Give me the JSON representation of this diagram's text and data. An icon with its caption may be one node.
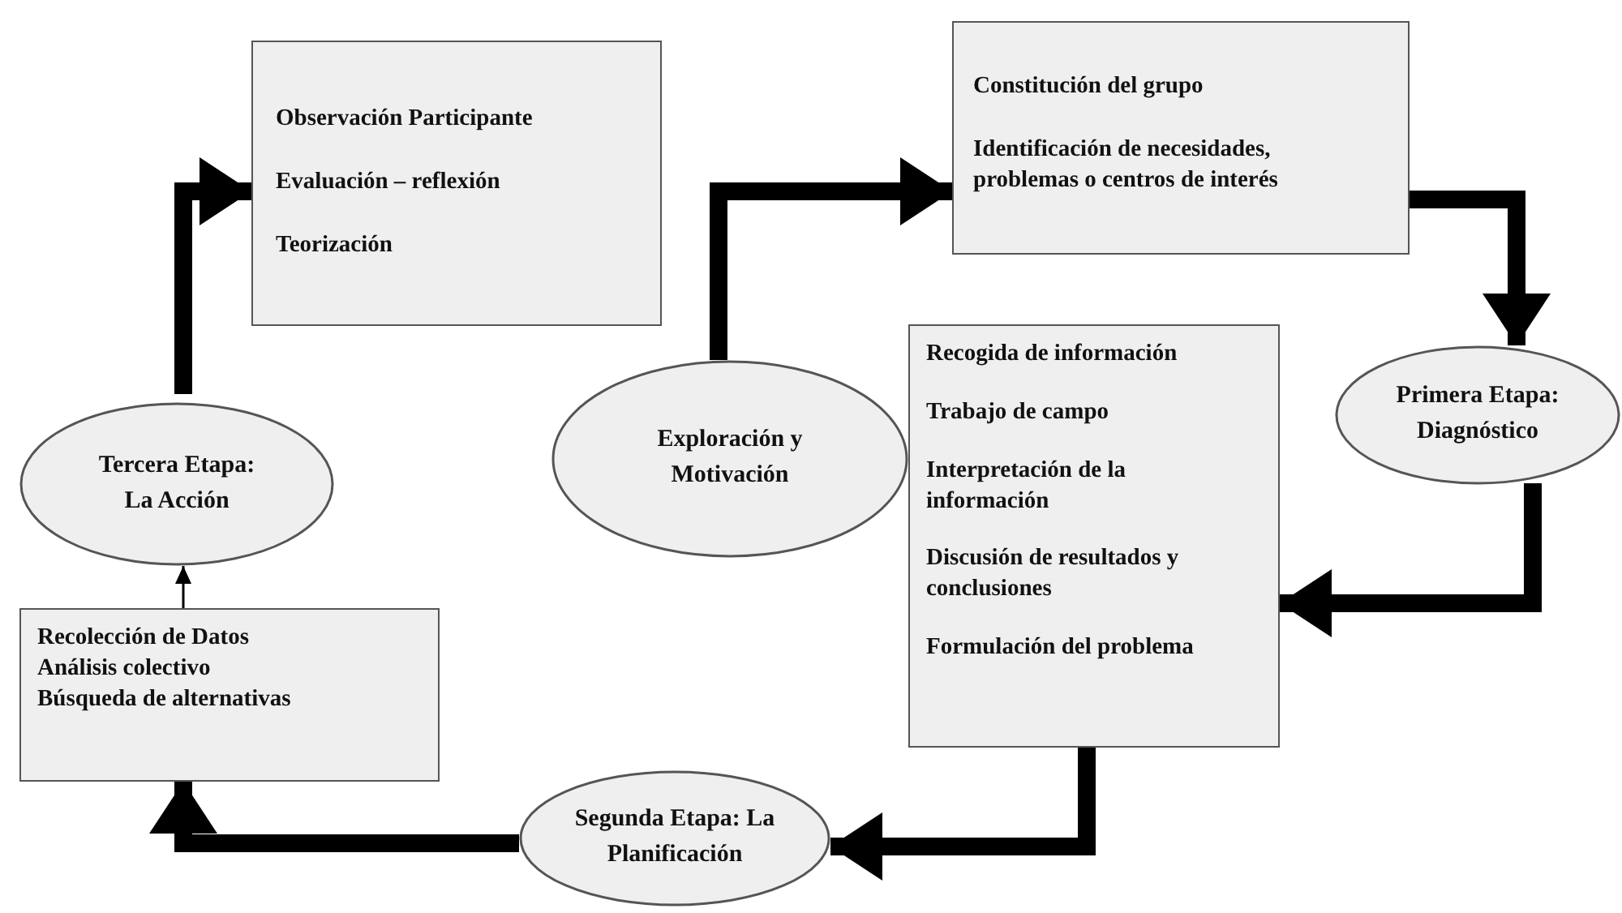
{
  "diagram": {
    "nodes": [
      {
        "text": [
          "Observación Participante",
          "Evaluación – reflexión",
          "Teorización"
        ]
      },
      {
        "text": [
          "Constitución del grupo",
          "Identificación de necesidades, problemas o centros de interés"
        ]
      },
      {
        "text": [
          "Exploración y Motivación"
        ]
      },
      {
        "text": [
          "Primera Etapa: Diagnóstico"
        ]
      },
      {
        "text": [
          "Recogida de información",
          "Trabajo de campo",
          "Interpretación de la información",
          "Discusión de resultados y conclusiones",
          "Formulación del problema"
        ]
      },
      {
        "text": [
          "Segunda Etapa: La Planificación"
        ]
      },
      {
        "text": [
          "Recolección de Datos",
          "Análisis colectivo",
          "Búsqueda de alternativas"
        ]
      },
      {
        "text": [
          "Tercera Etapa: La Acción"
        ]
      }
    ],
    "edges": [
      {
        "from": 2,
        "to": 1,
        "arrow": "to"
      },
      {
        "from": 1,
        "to": 3,
        "arrow": "to"
      },
      {
        "from": 3,
        "to": 4,
        "arrow": "to"
      },
      {
        "from": 4,
        "to": 5,
        "arrow": "to"
      },
      {
        "from": 5,
        "to": 6,
        "arrow": "to"
      },
      {
        "from": 6,
        "to": 7,
        "arrow": "to"
      },
      {
        "from": 7,
        "to": 0,
        "arrow": "to"
      }
    ]
  }
}
